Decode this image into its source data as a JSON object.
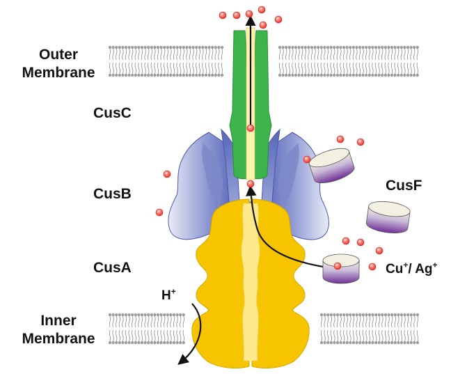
{
  "labels": {
    "outer_membrane_line1": "Outer",
    "outer_membrane_line2": "Membrane",
    "inner_membrane_line1": "Inner",
    "inner_membrane_line2": "Membrane",
    "cusc": "CusC",
    "cusb": "CusB",
    "cusa": "CusA",
    "cusf": "CusF",
    "proton_base": "H",
    "proton_charge": "+",
    "cu_base": "Cu",
    "cu_charge": "+",
    "ag_sep": "/ Ag",
    "ag_charge": "+"
  },
  "colors": {
    "cusc": "#3cb44b",
    "cusb": "#6a78c2",
    "cusa": "#f5c400",
    "channel": "#fff2a8",
    "cusf_top": "#f2efd9",
    "cusf_side": "#7b3fa0",
    "ion": "#e8312a",
    "membrane": "#8a8a8a"
  }
}
